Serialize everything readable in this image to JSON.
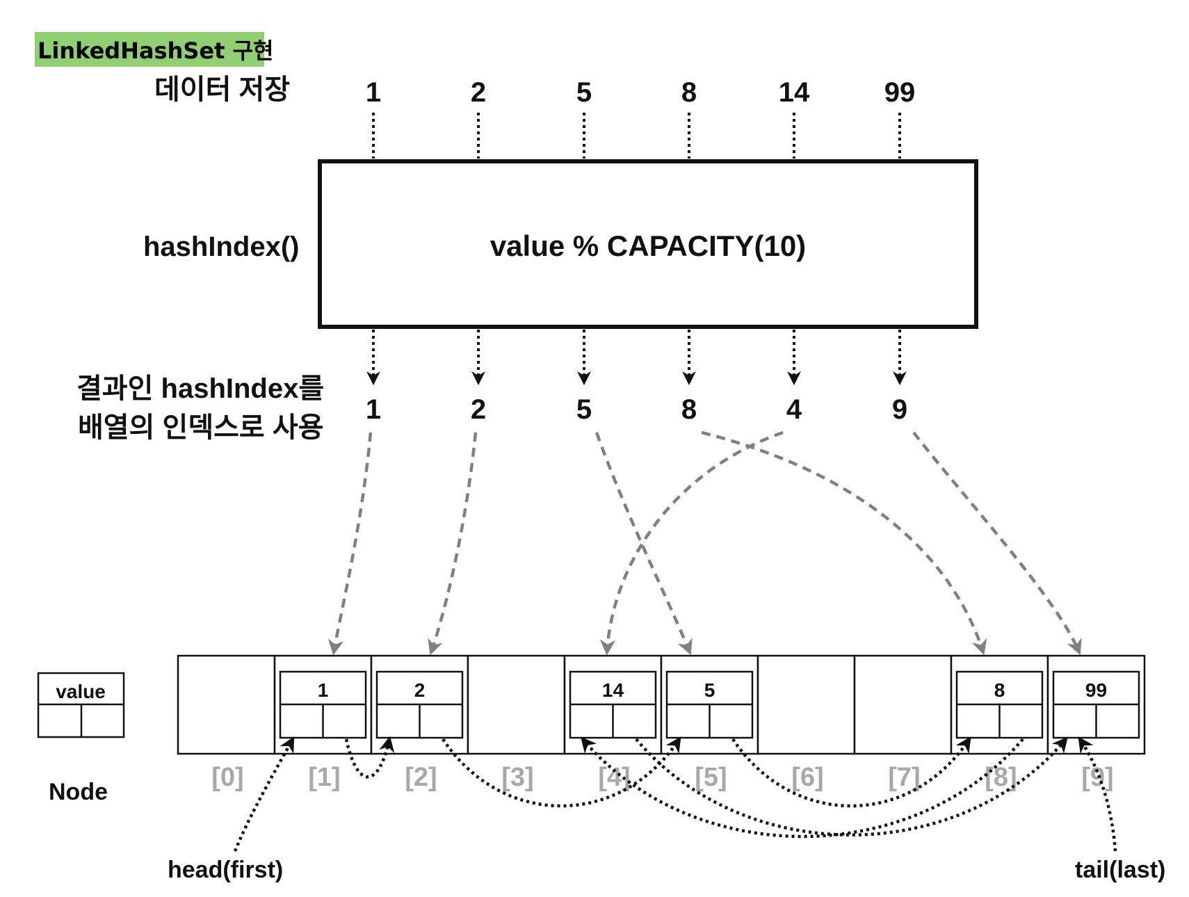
{
  "title": "LinkedHashSet 구현",
  "colors": {
    "title_bg": "#8fcf72",
    "gray_arrow": "#808080",
    "black": "#111111",
    "slot_label": "#a8a8a8"
  },
  "labels": {
    "store": "데이터 저장",
    "hash_fn": "hashIndex()",
    "formula": "value % CAPACITY(10)",
    "result_line1": "결과인 hashIndex를",
    "result_line2": "배열의 인덱스로 사용",
    "node_legend_value": "value",
    "node_legend_name": "Node",
    "head": "head(first)",
    "tail": "tail(last)"
  },
  "inputs": [
    "1",
    "2",
    "5",
    "8",
    "14",
    "99"
  ],
  "hash_results": [
    "1",
    "2",
    "5",
    "8",
    "4",
    "9"
  ],
  "slots": [
    "[0]",
    "[1]",
    "[2]",
    "[3]",
    "[4]",
    "[5]",
    "[6]",
    "[7]",
    "[8]",
    "[9]"
  ],
  "nodes": [
    {
      "slot": 1,
      "value": "1"
    },
    {
      "slot": 2,
      "value": "2"
    },
    {
      "slot": 4,
      "value": "14"
    },
    {
      "slot": 5,
      "value": "5"
    },
    {
      "slot": 8,
      "value": "8"
    },
    {
      "slot": 9,
      "value": "99"
    }
  ],
  "insertion_order": [
    1,
    2,
    5,
    8,
    4,
    9
  ]
}
